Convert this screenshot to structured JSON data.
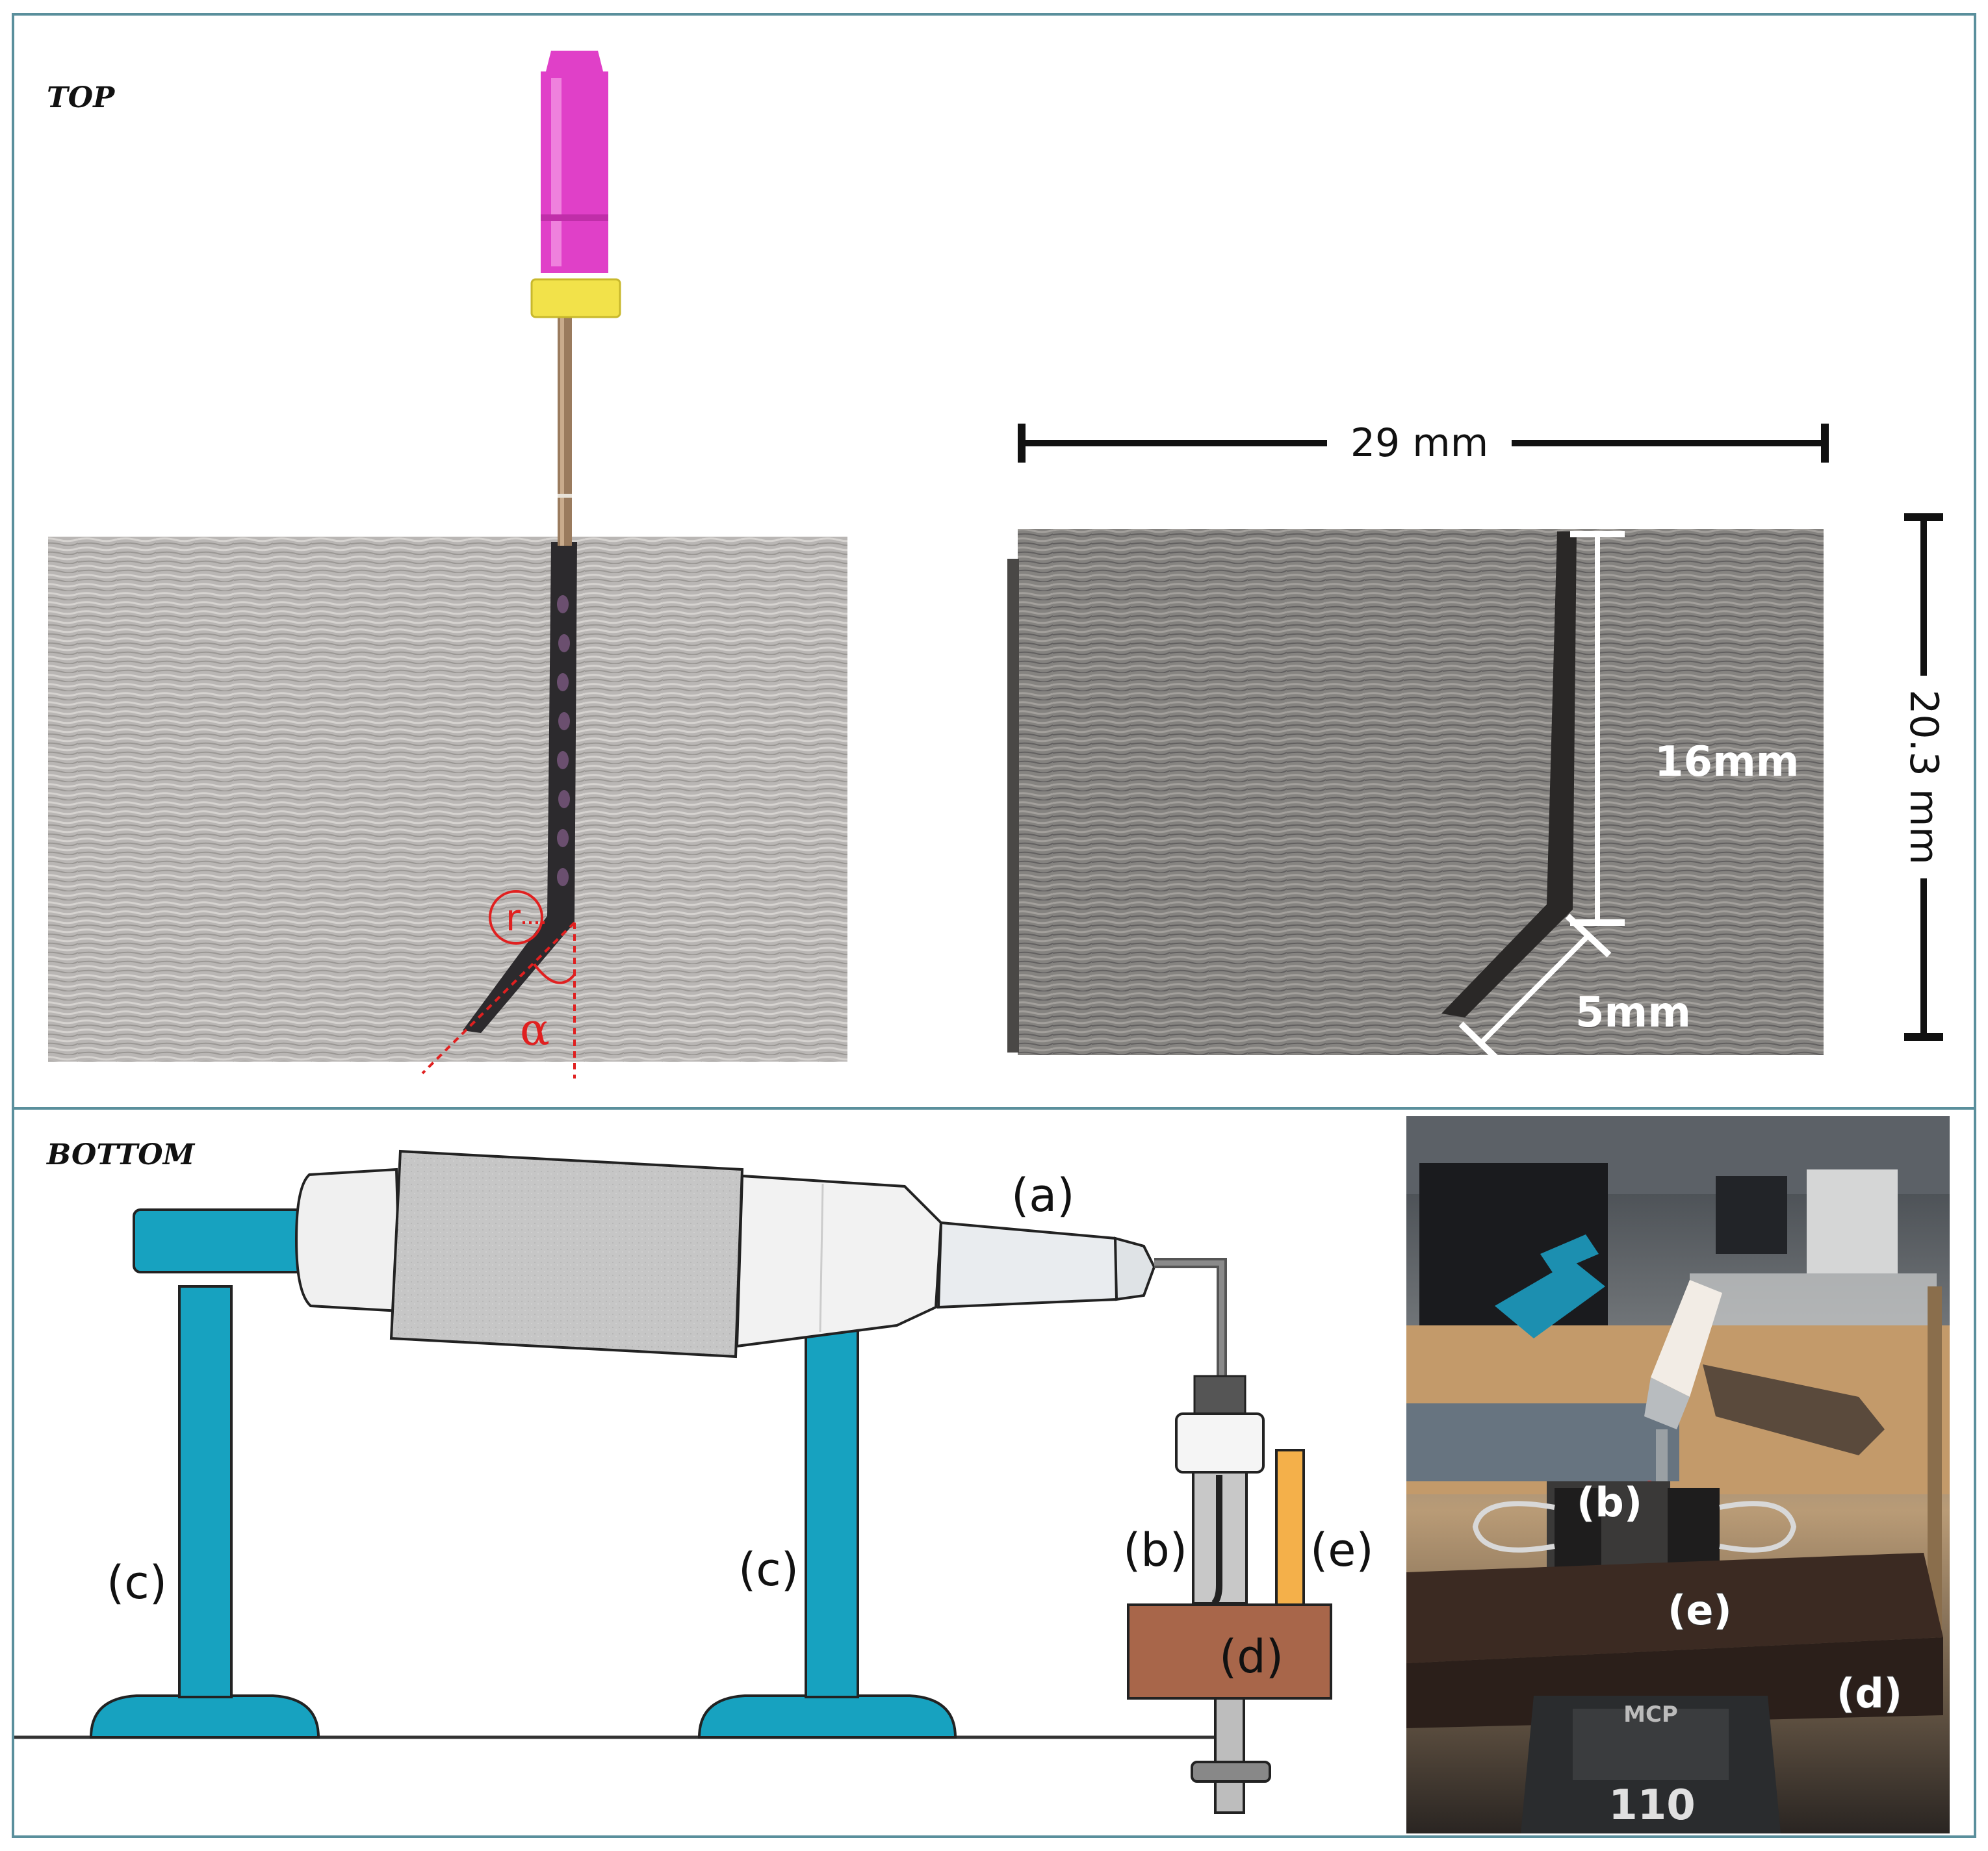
{
  "sections": {
    "top": "TOP",
    "bottom": "BOTTOM"
  },
  "top_panel": {
    "radius_label": "r",
    "angle_label": "α",
    "width_label": "29 mm",
    "height_label": "20.3 mm",
    "straight_length_label": "16mm",
    "curved_length_label": "5mm"
  },
  "bottom_panel": {
    "labels": {
      "a": "(a)",
      "b": "(b)",
      "c": "(c)",
      "d": "(d)",
      "e": "(e)"
    },
    "photo_labels": {
      "b": "(b)",
      "e": "(e)",
      "d": "(d)"
    },
    "photo_vise_text": {
      "brand": "MCP",
      "size": "110"
    }
  },
  "colors": {
    "frame": "#5a8f9c",
    "stand": "#17a2c0",
    "block": "#a8664a",
    "insert": "#f4b04a",
    "file_handle": "#e040c8",
    "stopper": "#f2e24a",
    "annotation_red": "#e02020"
  }
}
